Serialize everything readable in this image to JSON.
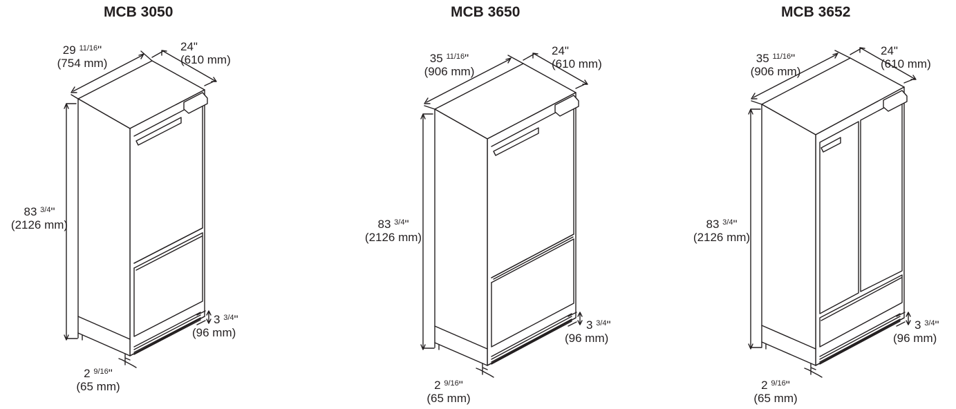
{
  "models": [
    {
      "name": "MCB 3050",
      "width": {
        "whole": "29",
        "frac": "11/16",
        "mm": "(754 mm)"
      },
      "depth": {
        "text": "24\"",
        "mm": "(610 mm)"
      },
      "height": {
        "whole": "83",
        "frac": "3/4",
        "mm": "(2126 mm)"
      },
      "toe_height": {
        "whole": "3",
        "frac": "3/4",
        "mm": "(96 mm)"
      },
      "toe_depth": {
        "whole": "2",
        "frac": "9/16",
        "mm": "(65 mm)"
      },
      "doors": "single"
    },
    {
      "name": "MCB 3650",
      "width": {
        "whole": "35",
        "frac": "11/16",
        "mm": "(906 mm)"
      },
      "depth": {
        "text": "24\"",
        "mm": "(610 mm)"
      },
      "height": {
        "whole": "83",
        "frac": "3/4",
        "mm": "(2126 mm)"
      },
      "toe_height": {
        "whole": "3",
        "frac": "3/4",
        "mm": "(96 mm)"
      },
      "toe_depth": {
        "whole": "2",
        "frac": "9/16",
        "mm": "(65 mm)"
      },
      "doors": "single"
    },
    {
      "name": "MCB 3652",
      "width": {
        "whole": "35",
        "frac": "11/16",
        "mm": "(906 mm)"
      },
      "depth": {
        "text": "24\"",
        "mm": "(610 mm)"
      },
      "height": {
        "whole": "83",
        "frac": "3/4",
        "mm": "(2126 mm)"
      },
      "toe_height": {
        "whole": "3",
        "frac": "3/4",
        "mm": "(96 mm)"
      },
      "toe_depth": {
        "whole": "2",
        "frac": "9/16",
        "mm": "(65 mm)"
      },
      "doors": "french"
    }
  ]
}
